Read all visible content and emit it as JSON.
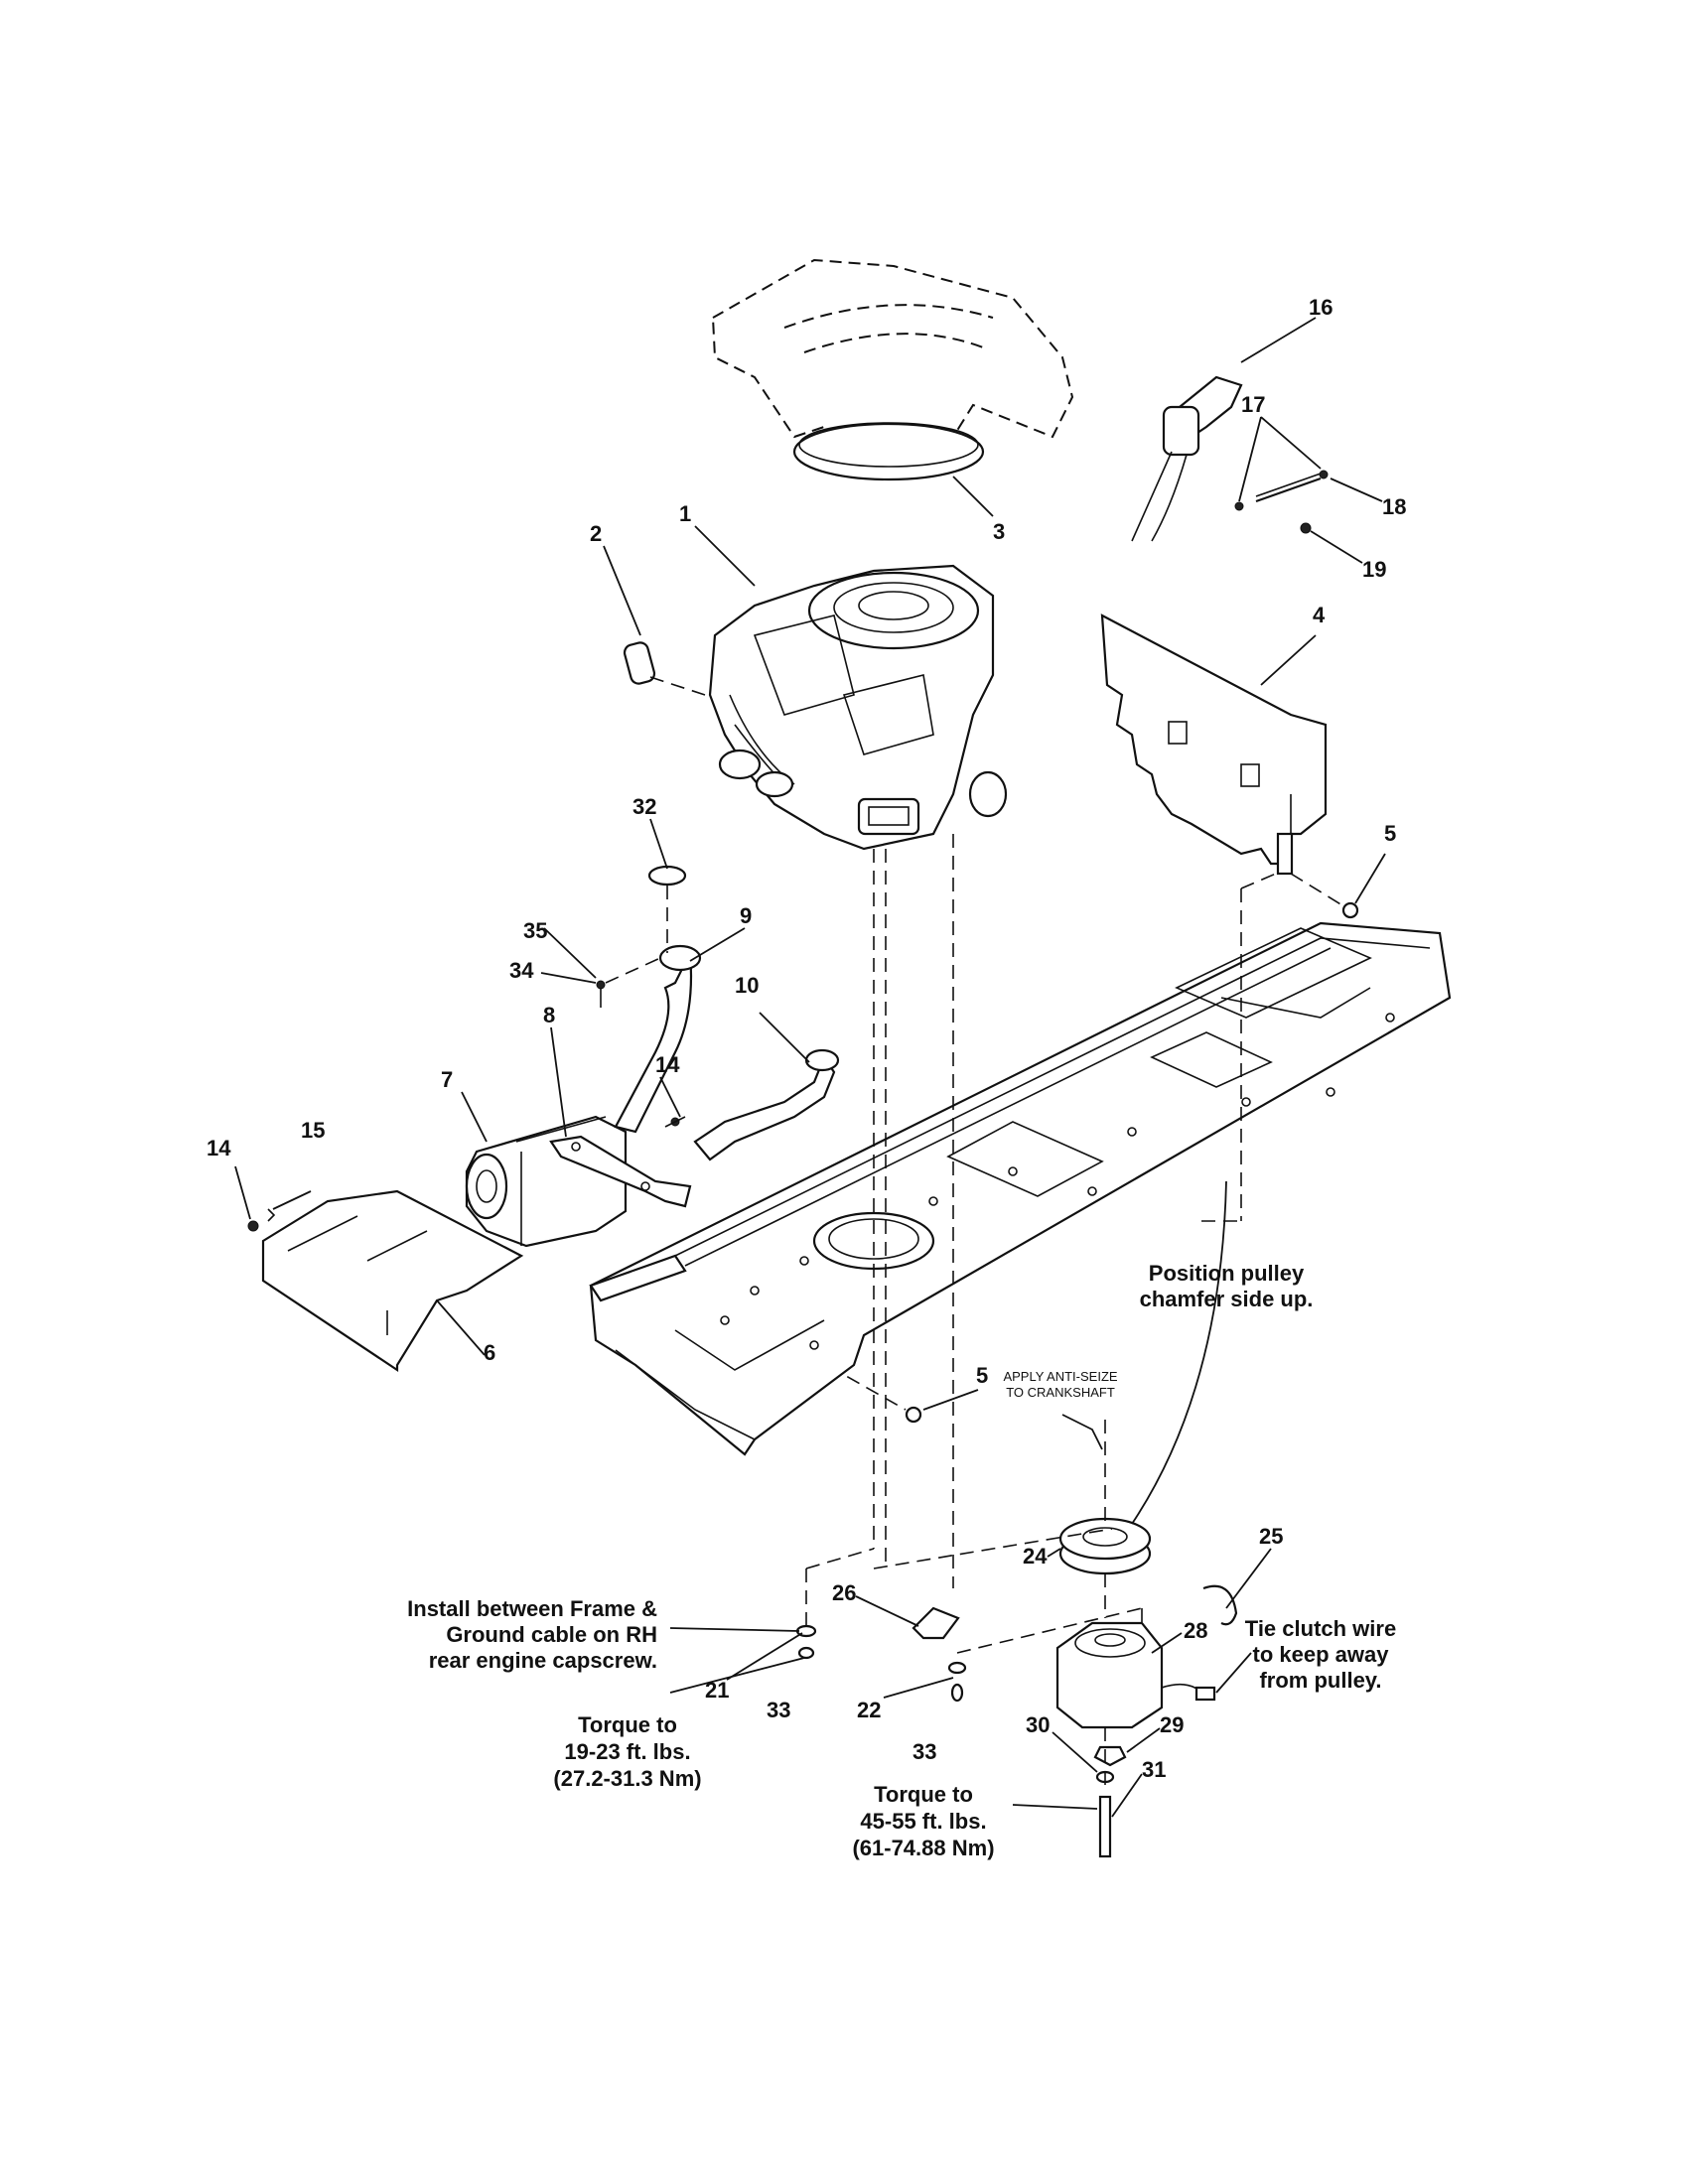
{
  "callouts": [
    {
      "id": "1",
      "label": "1"
    },
    {
      "id": "2",
      "label": "2"
    },
    {
      "id": "3",
      "label": "3"
    },
    {
      "id": "4",
      "label": "4"
    },
    {
      "id": "5a",
      "label": "5"
    },
    {
      "id": "5b",
      "label": "5"
    },
    {
      "id": "6",
      "label": "6"
    },
    {
      "id": "7",
      "label": "7"
    },
    {
      "id": "8",
      "label": "8"
    },
    {
      "id": "9",
      "label": "9"
    },
    {
      "id": "10",
      "label": "10"
    },
    {
      "id": "14a",
      "label": "14"
    },
    {
      "id": "14b",
      "label": "14"
    },
    {
      "id": "15",
      "label": "15"
    },
    {
      "id": "16",
      "label": "16"
    },
    {
      "id": "17",
      "label": "17"
    },
    {
      "id": "18",
      "label": "18"
    },
    {
      "id": "19",
      "label": "19"
    },
    {
      "id": "21",
      "label": "21"
    },
    {
      "id": "22",
      "label": "22"
    },
    {
      "id": "24",
      "label": "24"
    },
    {
      "id": "25",
      "label": "25"
    },
    {
      "id": "26",
      "label": "26"
    },
    {
      "id": "28",
      "label": "28"
    },
    {
      "id": "29",
      "label": "29"
    },
    {
      "id": "30",
      "label": "30"
    },
    {
      "id": "31",
      "label": "31"
    },
    {
      "id": "32",
      "label": "32"
    },
    {
      "id": "33a",
      "label": "33"
    },
    {
      "id": "33b",
      "label": "33"
    },
    {
      "id": "34",
      "label": "34"
    },
    {
      "id": "35",
      "label": "35"
    }
  ],
  "notes": {
    "pulley": [
      "Position pulley",
      "chamfer side up."
    ],
    "antiseize": [
      "APPLY ANTI-SEIZE",
      "TO CRANKSHAFT"
    ],
    "ground": [
      "Install between Frame &",
      "Ground cable on RH",
      "rear engine capscrew."
    ],
    "torque1": [
      "Torque to",
      "19-23 ft. lbs.",
      "(27.2-31.3 Nm)"
    ],
    "torque2": [
      "Torque to",
      "45-55 ft. lbs.",
      "(61-74.88 Nm)"
    ],
    "clutchwire": [
      "Tie clutch wire",
      "to keep away",
      "from pulley."
    ]
  }
}
